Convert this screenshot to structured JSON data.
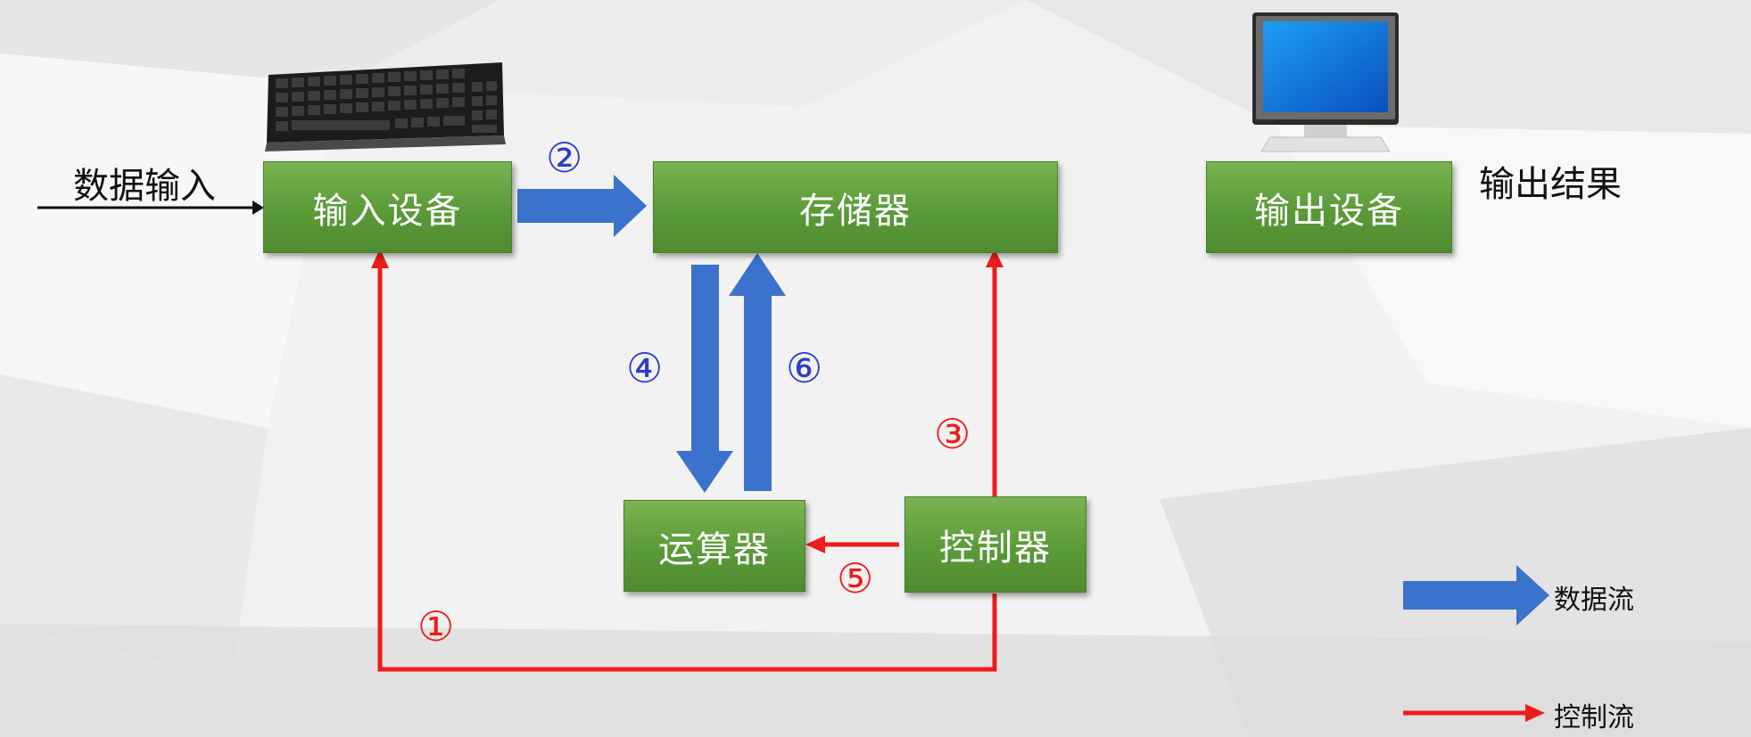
{
  "boxes": {
    "input": "输入设备",
    "memory": "存储器",
    "output": "输出设备",
    "alu": "运算器",
    "control": "控制器"
  },
  "labels": {
    "data_input": "数据输入",
    "output_result": "输出结果"
  },
  "steps": [
    "①",
    "②",
    "③",
    "④",
    "⑤",
    "⑥"
  ],
  "legend": {
    "data_flow": "数据流",
    "control_flow": "控制流"
  },
  "colors": {
    "box_green": "#5a9a38",
    "data_flow_blue": "#3b72cc",
    "control_flow_red": "#ee1c1c"
  },
  "icons": [
    "keyboard-icon",
    "monitor-icon"
  ]
}
